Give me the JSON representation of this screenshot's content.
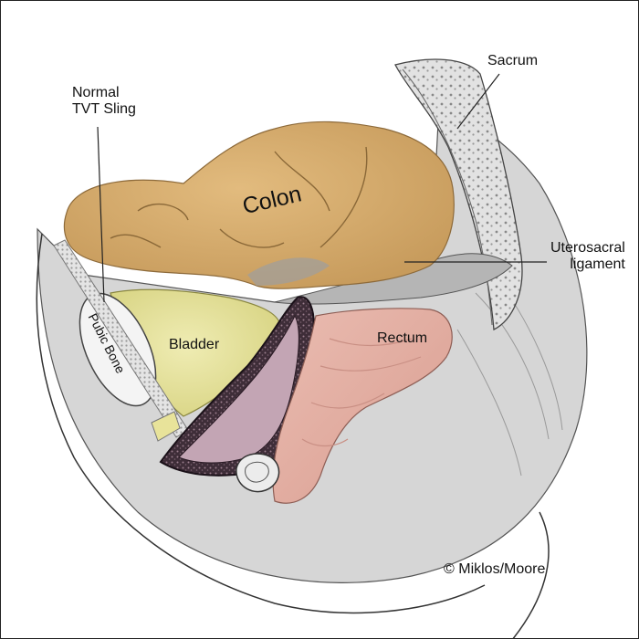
{
  "labels": {
    "sling_line1": "Normal",
    "sling_line2": "TVT Sling",
    "sacrum": "Sacrum",
    "colon": "Colon",
    "uterosacral_line1": "Uterosacral",
    "uterosacral_line2": "ligament",
    "pubic_bone": "Pubic Bone",
    "bladder": "Bladder",
    "rectum": "Rectum",
    "copyright": "© Miklos/Moore"
  },
  "colors": {
    "colon": "#d3a869",
    "bladder": "#e6e39a",
    "rectum": "#e3b0a4",
    "vagina": "#bfa0b0",
    "vaginal_wall": "#3a2a35",
    "bone": "#dcdcdc",
    "tissue_gray": "#bdbdbd"
  }
}
